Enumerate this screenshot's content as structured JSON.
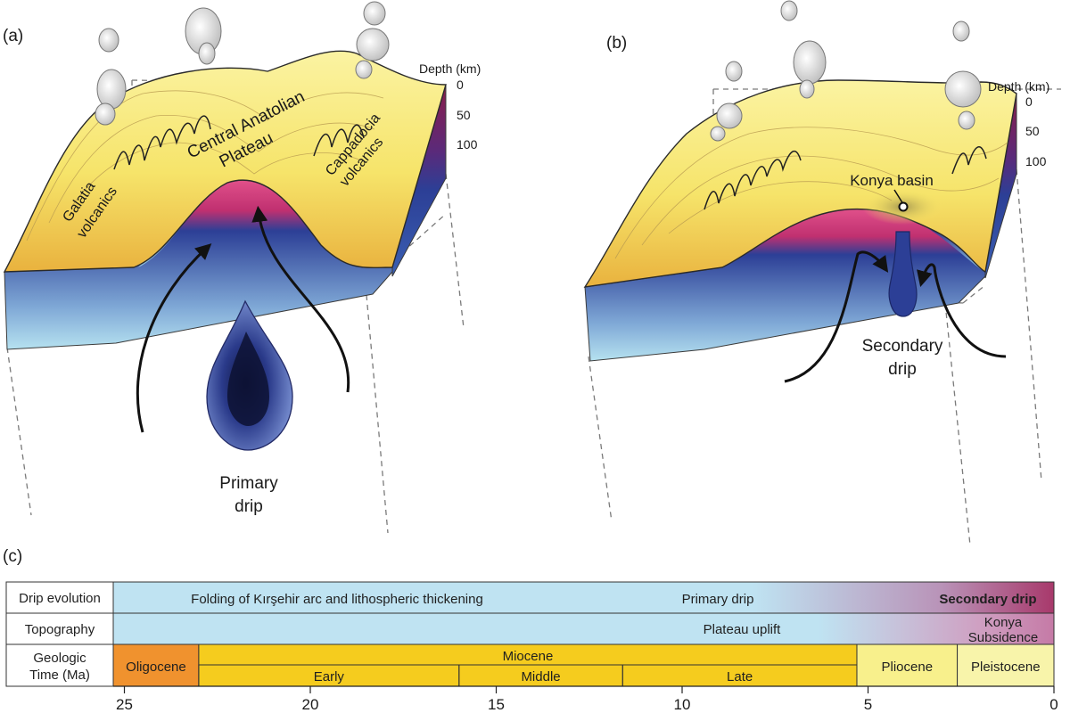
{
  "panels": {
    "a": {
      "label": "(a)",
      "depth_title": "Depth (km)",
      "depth_ticks": [
        "0",
        "50",
        "100"
      ],
      "plateau_label_1": "Central Anatolian",
      "plateau_label_2": "Plateau",
      "galatia_1": "Galatia",
      "galatia_2": "volcanics",
      "cappadocia_1": "Cappadocia",
      "cappadocia_2": "volcanics",
      "drip_label_1": "Primary",
      "drip_label_2": "drip"
    },
    "b": {
      "label": "(b)",
      "depth_title": "Depth (km)",
      "depth_ticks": [
        "0",
        "50",
        "100"
      ],
      "konya_label": "Konya basin",
      "drip_label_1": "Secondary",
      "drip_label_2": "drip"
    },
    "c": {
      "label": "(c)"
    }
  },
  "timeline": {
    "axis_ticks": [
      25,
      20,
      15,
      10,
      5,
      0
    ],
    "axis_range_ma": [
      25.3,
      0
    ],
    "rows": {
      "drip_evolution": {
        "header": "Drip evolution",
        "items": [
          {
            "text": "Folding of Kırşehir arc and lithospheric thickening"
          },
          {
            "text": "Primary drip"
          },
          {
            "text": "Secondary drip"
          }
        ]
      },
      "topography": {
        "header": "Topography",
        "items": [
          {
            "text": "Plateau uplift"
          },
          {
            "text": "Konya"
          },
          {
            "text": "Subsidence"
          }
        ]
      },
      "geologic_time": {
        "header_1": "Geologic",
        "header_2": "Time (Ma)",
        "epochs": [
          {
            "name": "Oligocene",
            "start": 25.3,
            "end": 23.0,
            "color": "#f0922e"
          },
          {
            "name": "Miocene",
            "start": 23.0,
            "end": 5.3,
            "color": "#f5cc1e"
          },
          {
            "name": "Pliocene",
            "start": 5.3,
            "end": 2.6,
            "color": "#f8f08c"
          },
          {
            "name": "Pleistocene",
            "start": 2.6,
            "end": 0,
            "color": "#f8f4aa"
          }
        ],
        "sub_epochs": [
          {
            "name": "Early",
            "start": 23.0,
            "end": 16.0
          },
          {
            "name": "Middle",
            "start": 16.0,
            "end": 11.6
          },
          {
            "name": "Late",
            "start": 11.6,
            "end": 5.3
          }
        ]
      }
    }
  },
  "colors": {
    "crust_yellow": "#f6e66a",
    "crust_orange": "#e6a93a",
    "moho_pink": "#e0508a",
    "mantle_crimson": "#8a1d4a",
    "lithosphere_blue": "#2c3f96",
    "asthenosphere_light": "#a9dcec",
    "drip_blue": "#3a4fa8",
    "timeline_blue": "#bfe3f2",
    "timeline_magenta": "#a8396b"
  }
}
